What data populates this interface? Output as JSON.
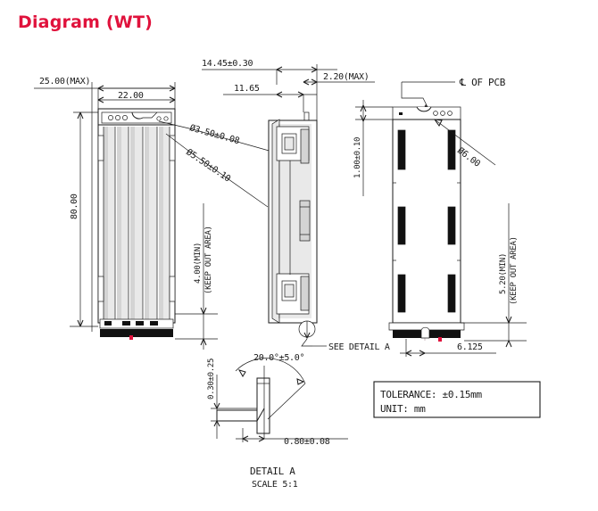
{
  "header": {
    "title": "Diagram (WT)",
    "title_color": "#e0123c"
  },
  "drawing": {
    "unit_note": "mm",
    "views": [
      {
        "name": "front-view",
        "label": ""
      },
      {
        "name": "side-view",
        "label": ""
      },
      {
        "name": "rear-view",
        "label": ""
      }
    ],
    "dimensions": {
      "front_width_max": "25.00(MAX)",
      "front_width": "22.00",
      "front_height": "80.00",
      "hole_small": "Ø3.50±0.08",
      "hole_large": "Ø5.50±0.10",
      "keepout_left": "4.00(MIN)",
      "keepout_left_note": "(KEEP OUT AREA)",
      "bottom_standoff": "0.30±0.25",
      "side_depth": "14.45±0.30",
      "side_depth_inner": "11.65",
      "side_tab": "2.20(MAX)",
      "rear_top_gap": "1.00±0.10",
      "rear_hole": "Ø6.00",
      "keepout_right": "5.20(MIN)",
      "keepout_right_note": "(KEEP OUT AREA)",
      "rear_offset": "6.125"
    },
    "annotations": {
      "pcb_centerline": "℄ OF PCB",
      "see_detail": "SEE DETAIL A"
    },
    "detail": {
      "caption": "DETAIL A",
      "scale": "SCALE 5:1",
      "angle": "20.0°±5.0°",
      "width": "0.80±0.08"
    },
    "tolerance_box": {
      "line1": "TOLERANCE:  ±0.15mm",
      "line2": "UNIT:  mm"
    }
  }
}
